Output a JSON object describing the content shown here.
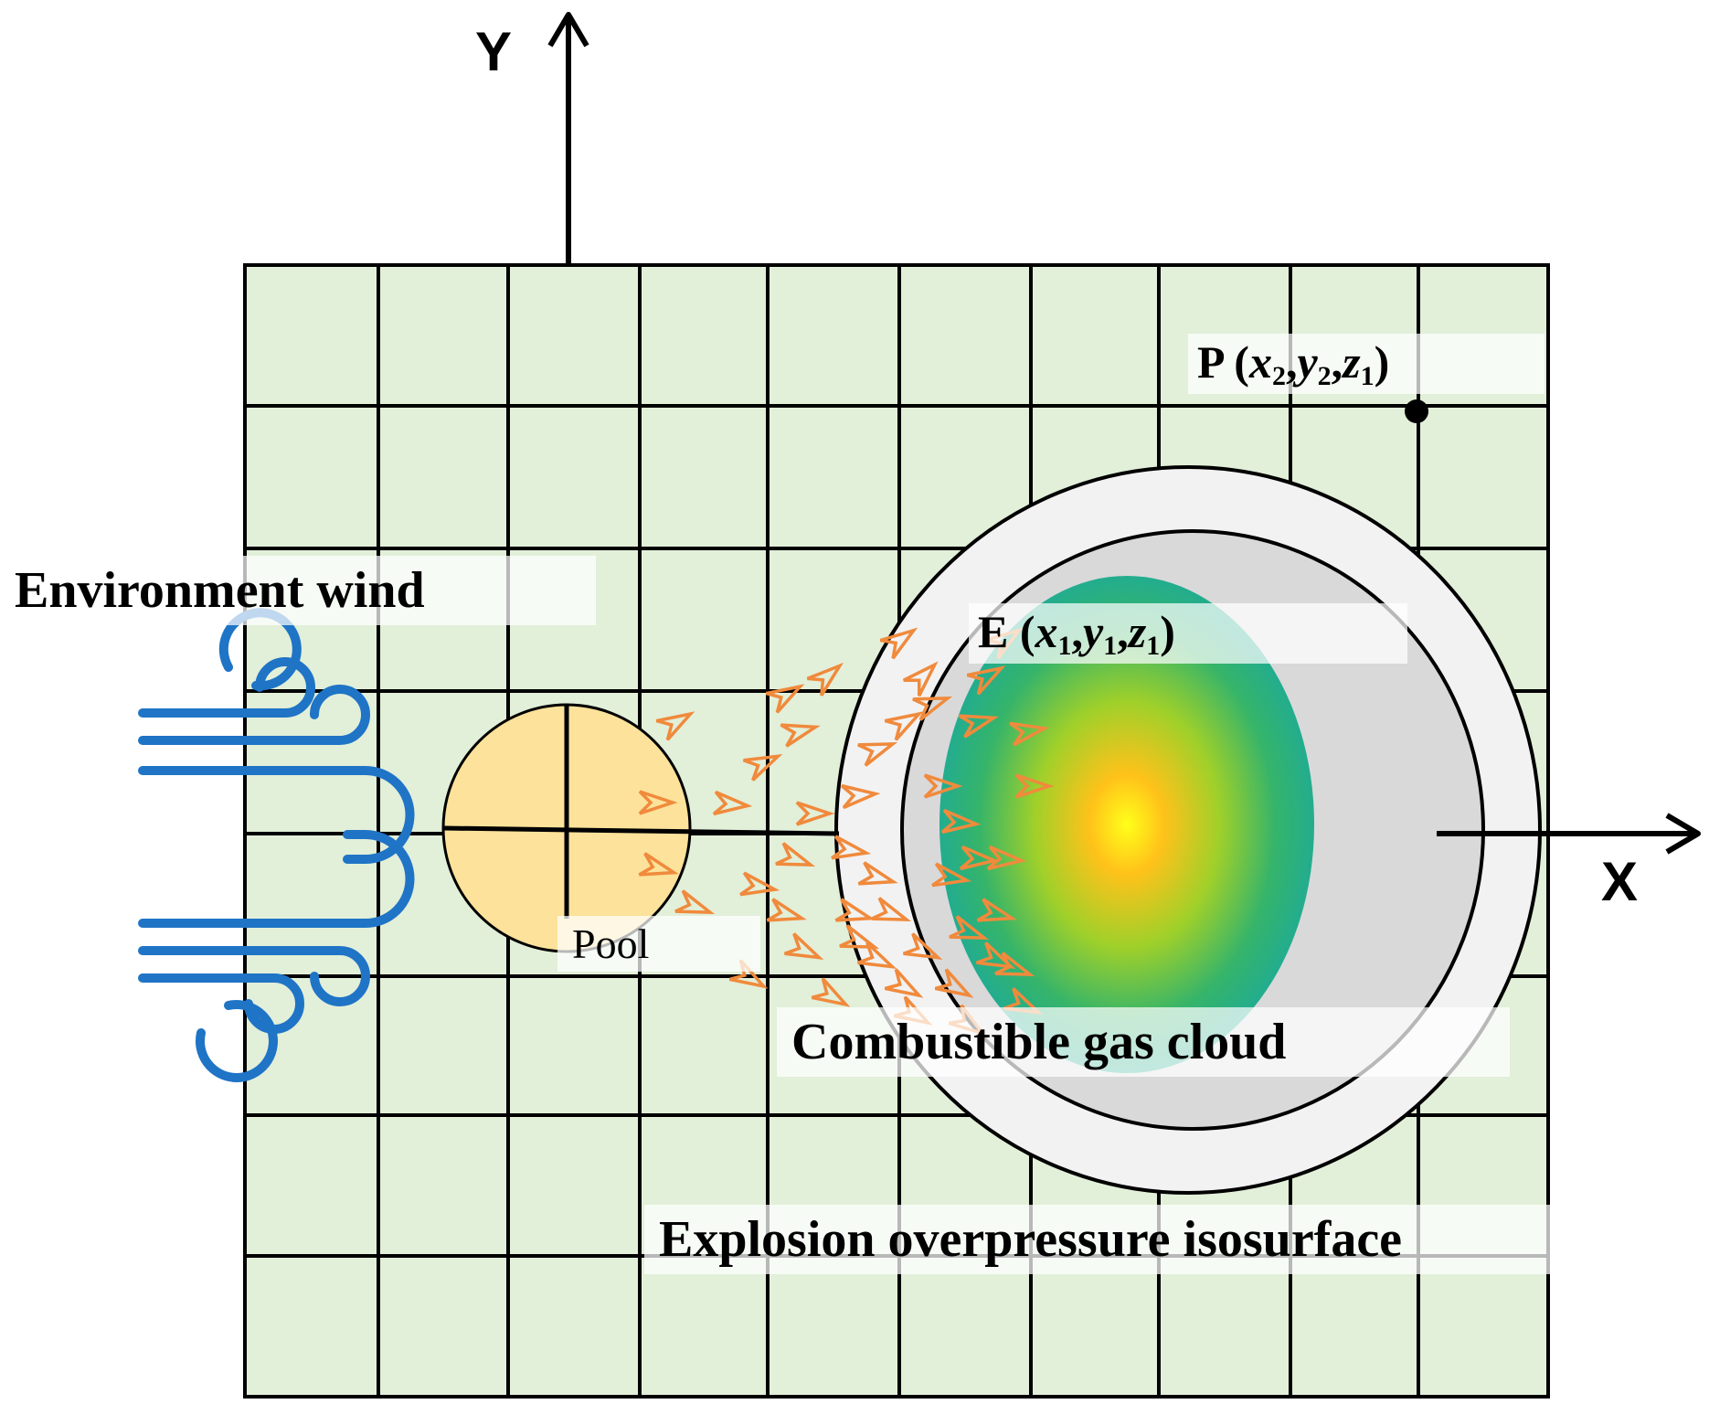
{
  "axes": {
    "x_label": "X",
    "y_label": "Y"
  },
  "points": {
    "E": {
      "name": "E",
      "x": "x",
      "y": "y",
      "z": "z",
      "x_sub": "1",
      "y_sub": "1",
      "z_sub": "1"
    },
    "P": {
      "name": "P",
      "x": "x",
      "y": "y",
      "z": "z",
      "x_sub": "2",
      "y_sub": "2",
      "z_sub": "1"
    }
  },
  "labels": {
    "wind": "Environment wind",
    "pool": "Pool",
    "gas_cloud": "Combustible gas cloud",
    "isosurface": "Explosion overpressure isosurface"
  },
  "colors": {
    "grid_fill": "#e2efd9",
    "grid_line": "#000000",
    "pool_fill": "#fce29a",
    "wind": "#1f74c6",
    "particles": "#f08a3c",
    "outer_ring": "#f2f2f2",
    "inner_ring": "#d9d9d9",
    "cloud_center": "#ffff00",
    "cloud_edge": "#1aa9a0"
  }
}
